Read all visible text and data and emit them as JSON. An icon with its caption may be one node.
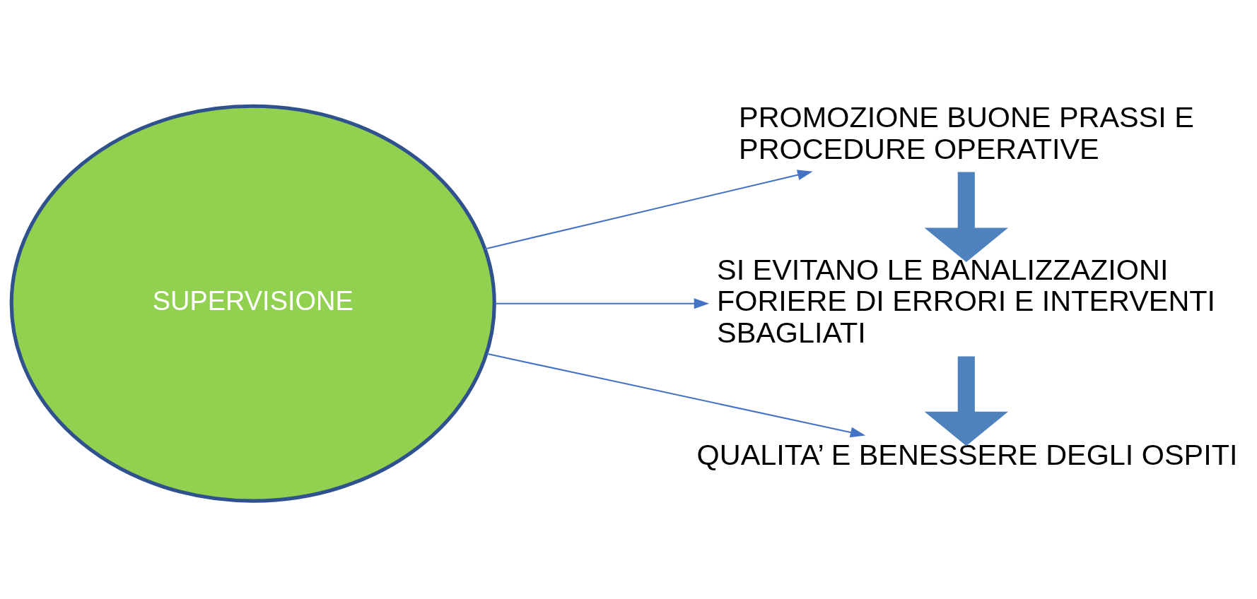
{
  "diagram": {
    "nodes": [
      {
        "text": [
          "SUPERVISIONE"
        ]
      },
      {
        "text": [
          "PROMOZIONE BUONE PRASSI E PROCEDURE OPERATIVE"
        ]
      },
      {
        "text": [
          "SI EVITANO LE BANALIZZAZIONI FORIERE DI ERRORI E INTERVENTI SBAGLIATI"
        ]
      },
      {
        "text": [
          "QUALITA’ E BENESSERE DEGLI OSPITI"
        ]
      }
    ],
    "edges": [
      {
        "from": 0,
        "to": 1,
        "arrow": "to"
      },
      {
        "from": 0,
        "to": 2,
        "arrow": "to"
      },
      {
        "from": 0,
        "to": 3,
        "arrow": "to"
      },
      {
        "from": 1,
        "to": 2,
        "arrow": "to",
        "style": "thick"
      },
      {
        "from": 2,
        "to": 3,
        "arrow": "to",
        "style": "thick"
      }
    ]
  }
}
